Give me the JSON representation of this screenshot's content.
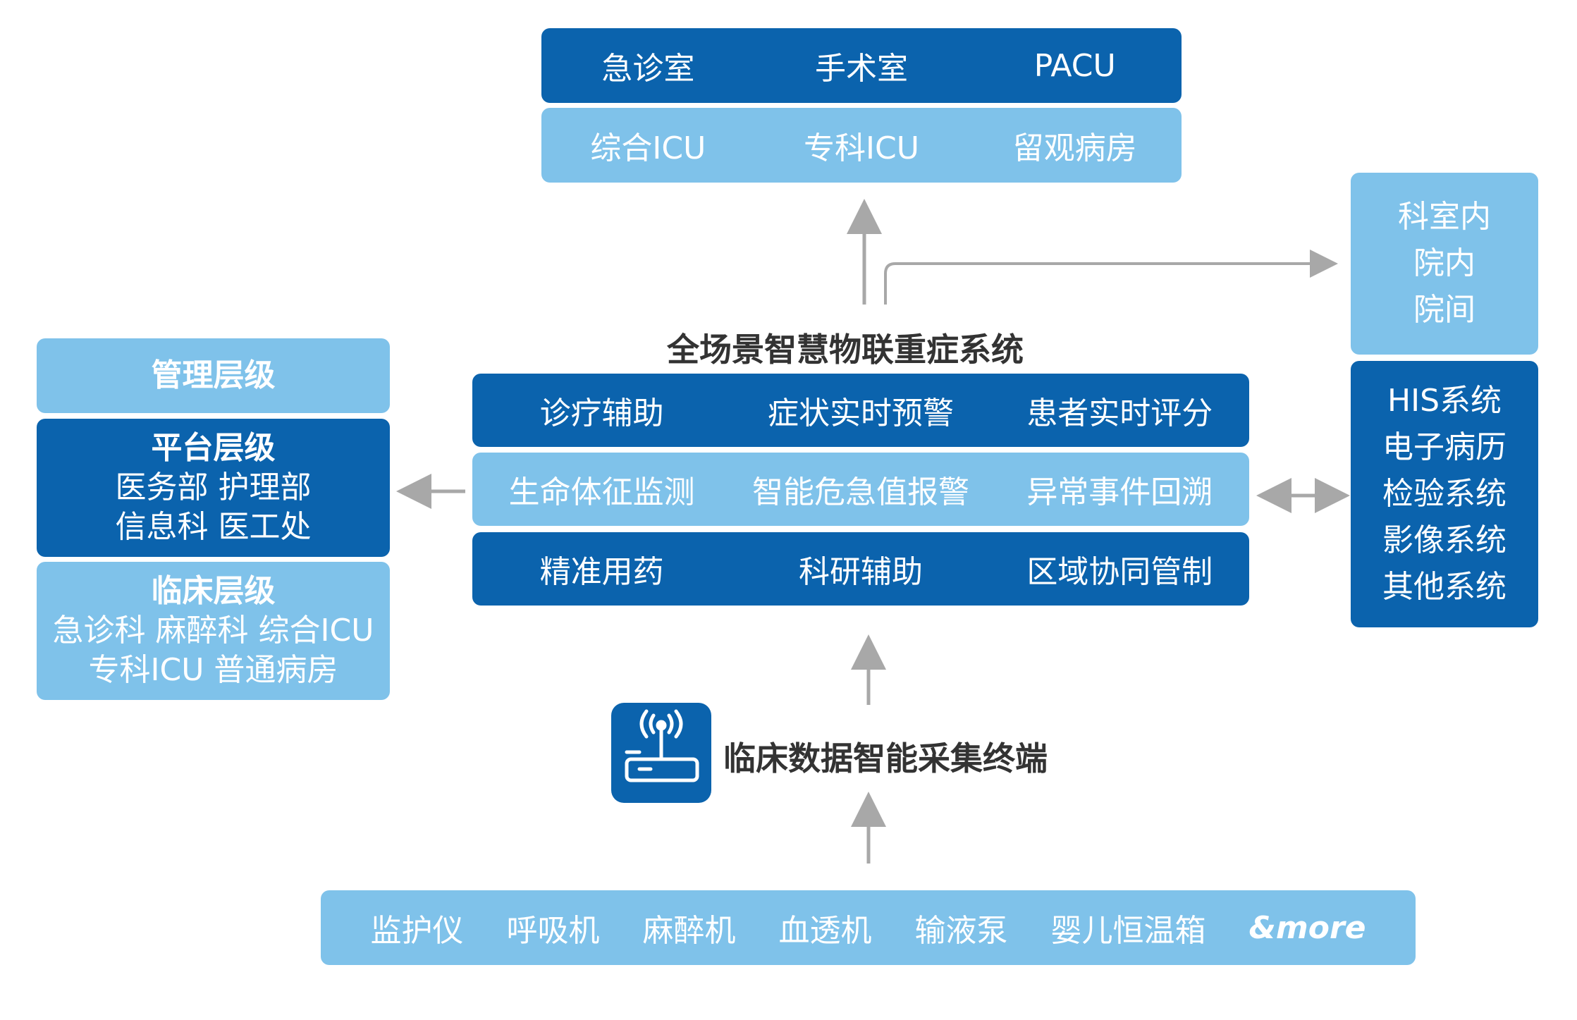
{
  "top_panel": {
    "row1": [
      "急诊室",
      "手术室",
      "PACU"
    ],
    "row2": [
      "综合ICU",
      "专科ICU",
      "留观病房"
    ]
  },
  "scope_box": {
    "lines": [
      "科室内",
      "院内",
      "院间"
    ]
  },
  "systems_box": {
    "lines": [
      "HIS系统",
      "电子病历",
      "检验系统",
      "影像系统",
      "其他系统"
    ]
  },
  "center": {
    "title": "全场景智慧物联重症系统",
    "row1": [
      "诊疗辅助",
      "症状实时预警",
      "患者实时评分"
    ],
    "row2": [
      "生命体征监测",
      "智能危急值报警",
      "异常事件回溯"
    ],
    "row3": [
      "精准用药",
      "科研辅助",
      "区域协同管制"
    ]
  },
  "levels": {
    "management": {
      "title": "管理层级"
    },
    "platform": {
      "title": "平台层级",
      "lines": [
        "医务部 护理部",
        "信息科 医工处"
      ]
    },
    "clinical": {
      "title": "临床层级",
      "lines": [
        "急诊科 麻醉科 综合ICU",
        "专科ICU 普通病房"
      ]
    }
  },
  "terminal": {
    "label": "临床数据智能采集终端",
    "icon": "wireless-router-icon"
  },
  "devices": {
    "items": [
      "监护仪",
      "呼吸机",
      "麻醉机",
      "血透机",
      "输液泵",
      "婴儿恒温箱"
    ],
    "more": "&more"
  },
  "colors": {
    "dark": "#0b63ad",
    "light": "#7fc2ea",
    "arrow": "#a8a8a8",
    "title": "#333333"
  }
}
